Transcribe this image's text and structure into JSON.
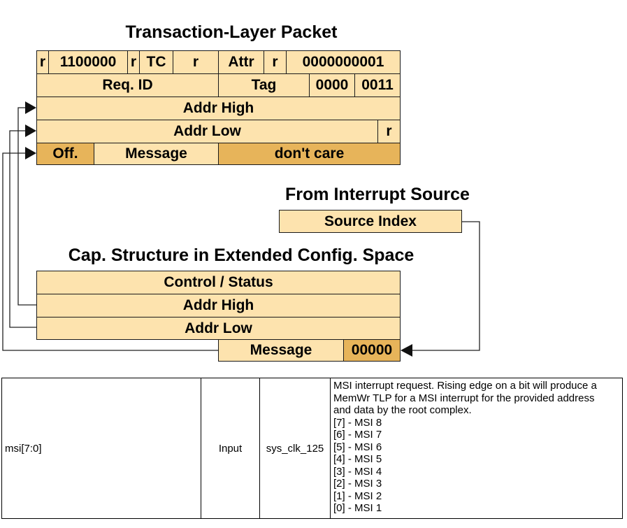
{
  "diagram": {
    "tlp_title": "Transaction-Layer Packet",
    "tlp_row1": [
      "r",
      "1100000",
      "r",
      "TC",
      "r",
      "Attr",
      "r",
      "0000000001"
    ],
    "tlp_row2": [
      "Req. ID",
      "Tag",
      "0000",
      "0011"
    ],
    "tlp_addr_high": "Addr High",
    "tlp_addr_low": "Addr Low",
    "tlp_addr_low_r": "r",
    "tlp_row5": [
      "Off.",
      "Message",
      "don't care"
    ],
    "source_title": "From Interrupt Source",
    "source_index": "Source Index",
    "cap_title": "Cap. Structure in Extended Config. Space",
    "cap_control_status": "Control / Status",
    "cap_addr_high": "Addr High",
    "cap_addr_low": "Addr Low",
    "cap_message": "Message",
    "cap_message_zeros": "00000"
  },
  "signal_table": {
    "signal": "msi[7:0]",
    "direction": "Input",
    "clock": "sys_clk_125",
    "description_lines": [
      "MSI interrupt request. Rising edge on a bit will produce a",
      "MemWr TLP for a MSI interrupt for the provided address",
      "and data by the root complex.",
      "[7] - MSI 8",
      "[6] - MSI 7",
      "[5] - MSI 6",
      "[4] - MSI 5",
      "[3] - MSI 4",
      "[2] - MSI 3",
      "[1] - MSI 2",
      "[0] - MSI 1"
    ]
  }
}
